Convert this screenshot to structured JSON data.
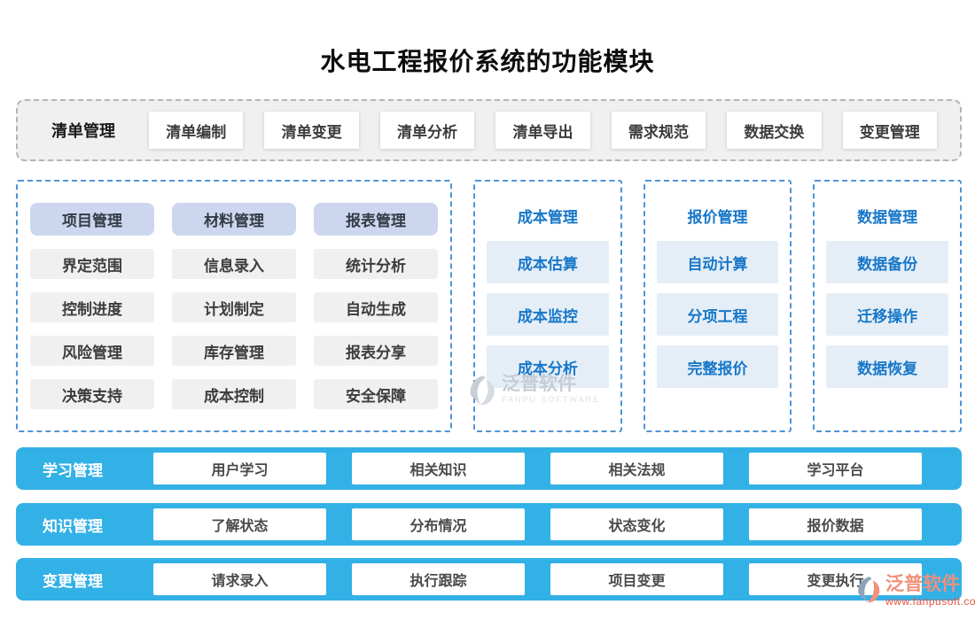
{
  "title": "水电工程报价系统的功能模块",
  "top_row": {
    "label": "清单管理",
    "items": [
      "清单编制",
      "清单变更",
      "清单分析",
      "清单导出",
      "需求规范",
      "数据交换",
      "变更管理"
    ]
  },
  "left_panel": {
    "columns": [
      {
        "header": "项目管理",
        "items": [
          "界定范围",
          "控制进度",
          "风险管理",
          "决策支持"
        ]
      },
      {
        "header": "材料管理",
        "items": [
          "信息录入",
          "计划制定",
          "库存管理",
          "成本控制"
        ]
      },
      {
        "header": "报表管理",
        "items": [
          "统计分析",
          "自动生成",
          "报表分享",
          "安全保障"
        ]
      }
    ]
  },
  "blue_panels": [
    {
      "title": "成本管理",
      "items": [
        "成本估算",
        "成本监控",
        "成本分析"
      ]
    },
    {
      "title": "报价管理",
      "items": [
        "自动计算",
        "分项工程",
        "完整报价"
      ]
    },
    {
      "title": "数据管理",
      "items": [
        "数据备份",
        "迁移操作",
        "数据恢复"
      ]
    }
  ],
  "bottom_rows": [
    {
      "label": "学习管理",
      "items": [
        "用户学习",
        "相关知识",
        "相关法规",
        "学习平台"
      ]
    },
    {
      "label": "知识管理",
      "items": [
        "了解状态",
        "分布情况",
        "状态变化",
        "报价数据"
      ]
    },
    {
      "label": "变更管理",
      "items": [
        "请求录入",
        "执行跟踪",
        "项目变更",
        "变更执行"
      ]
    }
  ],
  "watermarks": {
    "center": {
      "name": "泛普软件",
      "sub": "FANPU SOFTWARE"
    },
    "corner": {
      "name": "泛普软件",
      "sub": "www.fanpusoft.com"
    }
  },
  "colors": {
    "bar_blue": "#32b1e6",
    "panel_border_blue": "#4f94d6",
    "blue_item_bg": "#e5eef7",
    "blue_text": "#1777c8",
    "header_lavender_bg": "#ccd6ee",
    "gray_row_bg": "#f0f0f0",
    "gray_dash_border": "#b5b5b5",
    "dark_text": "#3c3c3c",
    "watermark_salmon": "#f0917c",
    "watermark_red": "#e2543f"
  }
}
